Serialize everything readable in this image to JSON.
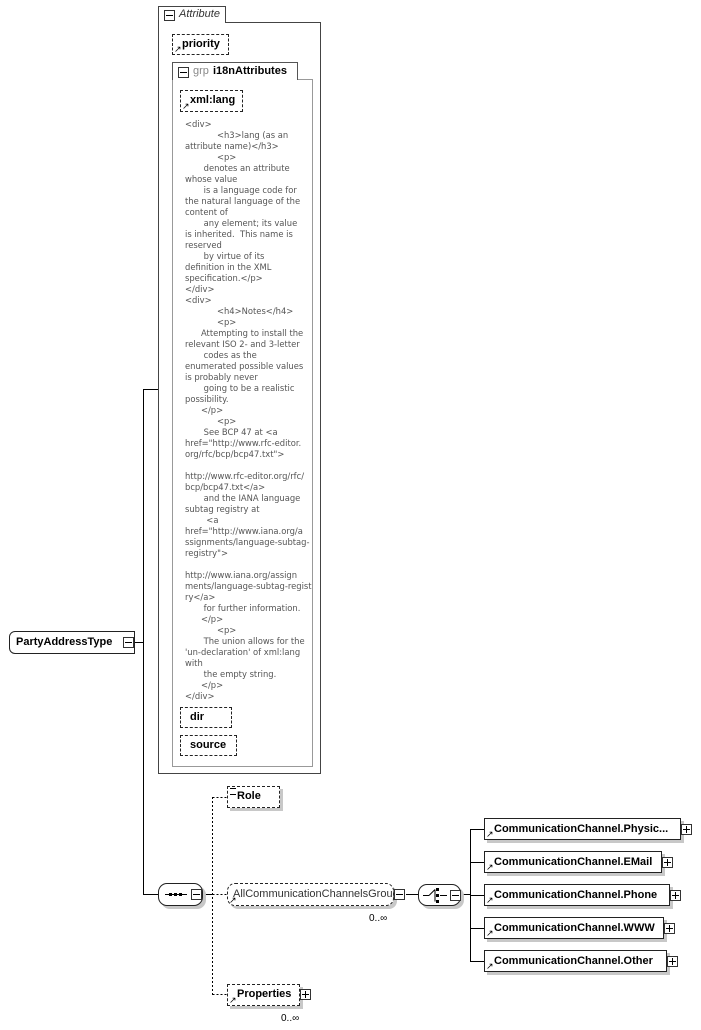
{
  "root": {
    "label": "PartyAddressType"
  },
  "attribute_group": {
    "title": "Attribute",
    "attributes": [
      "priority"
    ],
    "group": {
      "prefix": "grp",
      "name": "i18nAttributes",
      "attributes": [
        "xml:lang",
        "dir",
        "source"
      ],
      "documentation": "<div>\n            <h3>lang (as an\nattribute name)</h3>\n            <p>\n       denotes an attribute\nwhose value\n       is a language code for\nthe natural language of the\ncontent of\n       any element; its value\nis inherited.  This name is\nreserved\n       by virtue of its\ndefinition in the XML\nspecification.</p>\n</div>\n<div>\n            <h4>Notes</h4>\n            <p>\n      Attempting to install the\nrelevant ISO 2- and 3-letter\n       codes as the\nenumerated possible values\nis probably never\n       going to be a realistic\npossibility.\n      </p>\n            <p>\n       See BCP 47 at <a\nhref=\"http://www.rfc-editor.\norg/rfc/bcp/bcp47.txt\">\n\nhttp://www.rfc-editor.org/rfc/\nbcp/bcp47.txt</a>\n       and the IANA language\nsubtag registry at\n        <a\nhref=\"http://www.iana.org/a\nssignments/language-subtag-\nregistry\">\n\nhttp://www.iana.org/assign\nments/language-subtag-regist\nry</a>\n       for further information.\n      </p>\n            <p>\n       The union allows for the\n'un-declaration' of xml:lang\nwith\n       the empty string.\n      </p>\n</div>"
    }
  },
  "sequence": {
    "elements": {
      "role": {
        "label": "Role"
      },
      "channels_group": {
        "label": "AllCommunicationChannelsGroup",
        "occurrence": "0..∞"
      },
      "properties": {
        "label": "Properties",
        "occurrence": "0..∞"
      }
    }
  },
  "choice": {
    "elements": [
      "CommunicationChannel.Physic...",
      "CommunicationChannel.EMail",
      "CommunicationChannel.Phone",
      "CommunicationChannel.WWW",
      "CommunicationChannel.Other"
    ]
  }
}
